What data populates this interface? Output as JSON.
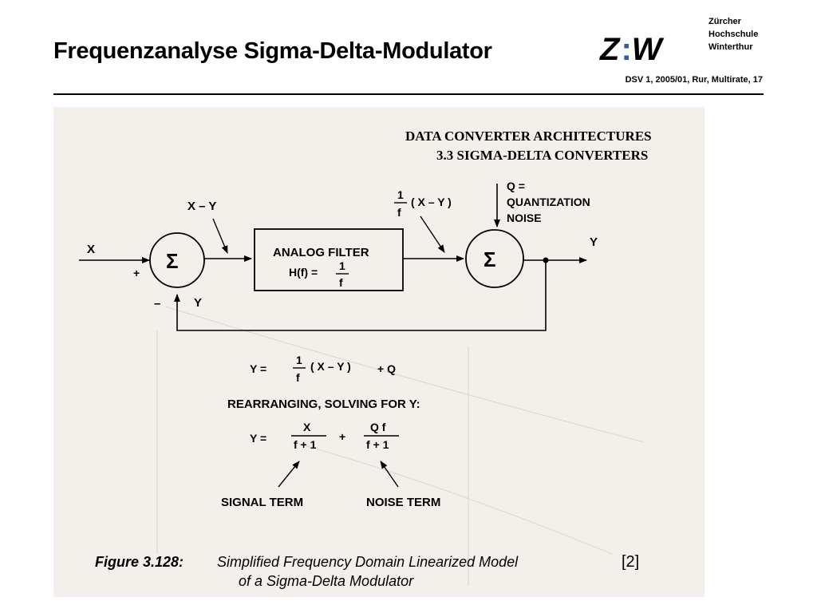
{
  "slide": {
    "title": "Frequenzanalyse Sigma-Delta-Modulator",
    "reference": "DSV 1, 2005/01, Rur, Multirate, 17"
  },
  "logo": {
    "letters_left": "Z",
    "dots": ":",
    "letters_right": "W",
    "school_lines": [
      "Zürcher",
      "Hochschule",
      "Winterthur"
    ]
  },
  "figure": {
    "header_line1": "DATA CONVERTER ARCHITECTURES",
    "header_line2": "3.3 SIGMA-DELTA CONVERTERS",
    "labels": {
      "x_input": "X",
      "x_minus_y": "X – Y",
      "plus_sign": "+",
      "minus_sign": "–",
      "y_feedback": "Y",
      "sigma": "Σ",
      "filter_title": "ANALOG FILTER",
      "filter_hf": "H(f) =",
      "frac_num": "1",
      "frac_den": "f",
      "filter_output": "( X – Y )",
      "q_line1": "Q =",
      "q_line2": "QUANTIZATION",
      "q_line3": "NOISE",
      "y_output": "Y"
    },
    "equations": {
      "eq1_y": "Y =",
      "eq1_term": "( X – Y )",
      "eq1_plus_q": "+  Q",
      "rearranging": "REARRANGING, SOLVING FOR Y:",
      "eq2_y": "Y =",
      "eq2_num1": "X",
      "eq2_den1": "f + 1",
      "eq2_plus": "+",
      "eq2_num2": "Q f",
      "eq2_den2": "f + 1",
      "signal_term": "SIGNAL TERM",
      "noise_term": "NOISE TERM"
    },
    "caption": {
      "label": "Figure 3.128:",
      "line1": "Simplified Frequency Domain Linearized Model",
      "citation": "[2]",
      "line2": "of a Sigma-Delta Modulator"
    }
  }
}
